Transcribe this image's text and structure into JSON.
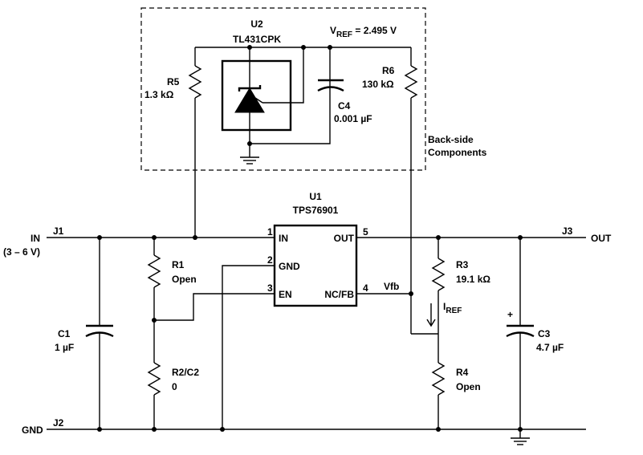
{
  "components": {
    "u2": {
      "ref": "U2",
      "part": "TL431CPK"
    },
    "vref": {
      "prefix": "V",
      "sub": "REF",
      "value": " = 2.495 V"
    },
    "r5": {
      "ref": "R5",
      "value": "1.3 kΩ"
    },
    "r6": {
      "ref": "R6",
      "value": "130 kΩ"
    },
    "c4": {
      "ref": "C4",
      "value": "0.001 µF"
    },
    "backside": {
      "line1": "Back-side",
      "line2": "Components"
    },
    "u1": {
      "ref": "U1",
      "part": "TPS76901",
      "pins": {
        "in": {
          "num": "1",
          "name": "IN"
        },
        "gnd": {
          "num": "2",
          "name": "GND"
        },
        "en": {
          "num": "3",
          "name": "EN"
        },
        "fb": {
          "num": "4",
          "name": "NC/FB"
        },
        "out": {
          "num": "5",
          "name": "OUT"
        }
      }
    },
    "vfb": "Vfb",
    "r1": {
      "ref": "R1",
      "value": "Open"
    },
    "r2": {
      "ref": "R2/C2",
      "value": "0"
    },
    "r3": {
      "ref": "R3",
      "value": "19.1 kΩ"
    },
    "r4": {
      "ref": "R4",
      "value": "Open"
    },
    "c1": {
      "ref": "C1",
      "value": "1 µF"
    },
    "c3": {
      "ref": "C3",
      "value": "4.7 µF",
      "polarity": "+"
    },
    "iref": {
      "prefix": "I",
      "sub": "REF"
    }
  },
  "connectors": {
    "j1": "J1",
    "j2": "J2",
    "j3": "J3",
    "in_label": "IN",
    "in_range": "(3 – 6 V)",
    "gnd_label": "GND",
    "out_label": "OUT"
  }
}
